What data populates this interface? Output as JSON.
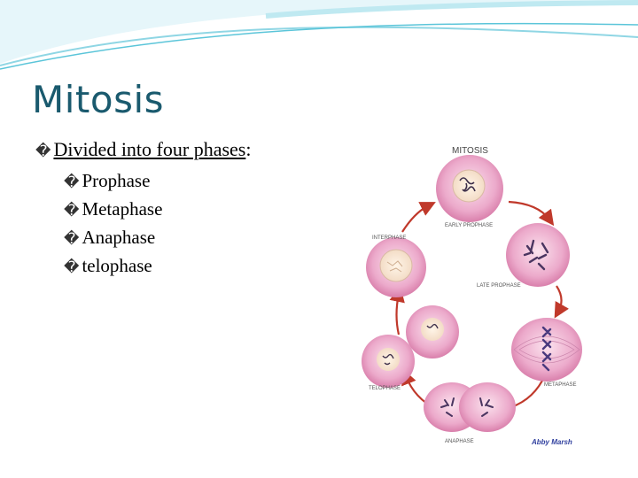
{
  "slide": {
    "title": "Mitosis",
    "bullet": {
      "label": "Divided into four phases",
      "suffix": ":"
    },
    "bullet_glyph": "�",
    "sub_bullets": [
      "Prophase",
      "Metaphase",
      "Anaphase",
      "telophase"
    ]
  },
  "diagram": {
    "title": "MITOSIS",
    "labels": {
      "early_prophase": "EARLY PROPHASE",
      "late_prophase": "LATE PROPHASE",
      "metaphase": "METAPHASE",
      "anaphase": "ANAPHASE",
      "telophase": "TELOPHASE",
      "interphase": "INTERPHASE"
    },
    "credit": "Abby Marsh"
  },
  "colors": {
    "title": "#1a5a6e",
    "swoosh": "#5bc5d9",
    "arrow": "#c0392b",
    "cell": "#e9a3c4",
    "credit": "#2f3f9e"
  }
}
